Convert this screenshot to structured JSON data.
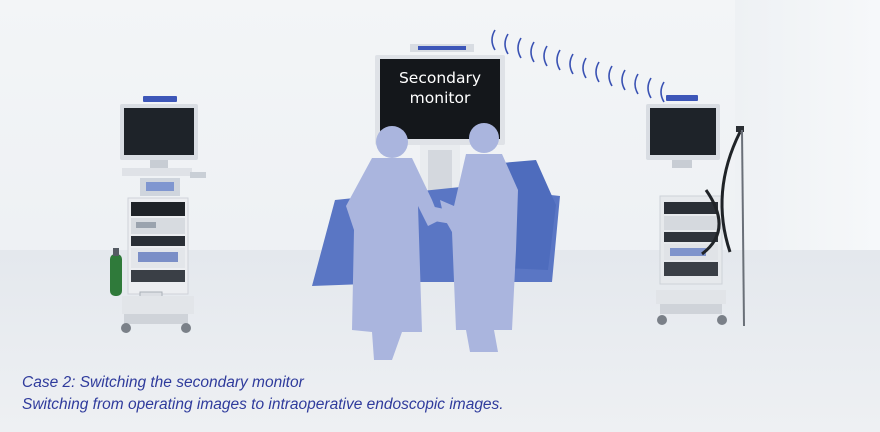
{
  "monitor": {
    "label_line1": "Secondary",
    "label_line2": "monitor"
  },
  "caption": {
    "line1": "Case 2: Switching the secondary monitor",
    "line2": "Switching from operating images to intraoperative endoscopic images."
  },
  "colors": {
    "caption_text": "#2f3b9c",
    "silhouette_light": "#aab5de",
    "silhouette_dark": "#5a76c4",
    "signal_waves": "#3a52b3"
  }
}
